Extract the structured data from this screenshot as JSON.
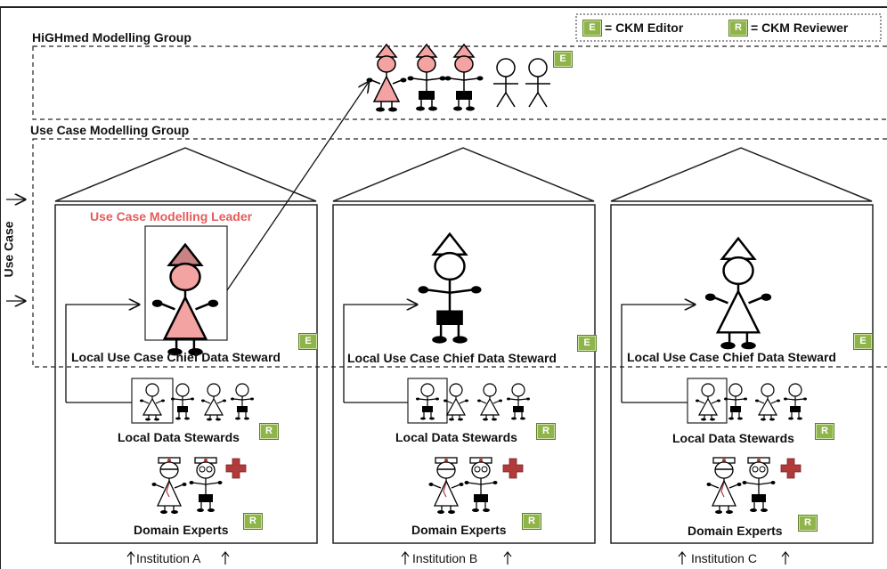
{
  "legend": {
    "editor_badge": "E",
    "editor_text": "= CKM Editor",
    "reviewer_badge": "R",
    "reviewer_text": "= CKM Reviewer"
  },
  "groups": {
    "highmed": "HiGHmed Modelling Group",
    "use_case": "Use Case Modelling Group"
  },
  "side_label": "Use Case",
  "leader_label": "Use Case Modelling Leader",
  "institutions": [
    {
      "chief": "Local Use Case Chief Data Steward",
      "stewards": "Local Data Stewards",
      "experts": "Domain Experts",
      "footer": "Institution A",
      "badge_e": "E",
      "badge_r1": "R",
      "badge_r2": "R"
    },
    {
      "chief": "Local Use Case Chief Data Steward",
      "stewards": "Local Data Stewards",
      "experts": "Domain Experts",
      "footer": "Institution B",
      "badge_e": "E",
      "badge_r1": "R",
      "badge_r2": "R"
    },
    {
      "chief": "Local Use Case Chief Data Steward",
      "stewards": "Local Data Stewards",
      "experts": "Domain Experts",
      "footer": "Institution C",
      "badge_e": "E",
      "badge_r1": "R",
      "badge_r2": "R"
    }
  ],
  "highmed_badge": "E",
  "colors": {
    "leader_red": "#e45b5b",
    "pink_fill": "#f4a3a3",
    "pink_hat": "#c98383",
    "badge_green": "#8fb54a",
    "cross_red": "#b13a3a"
  }
}
